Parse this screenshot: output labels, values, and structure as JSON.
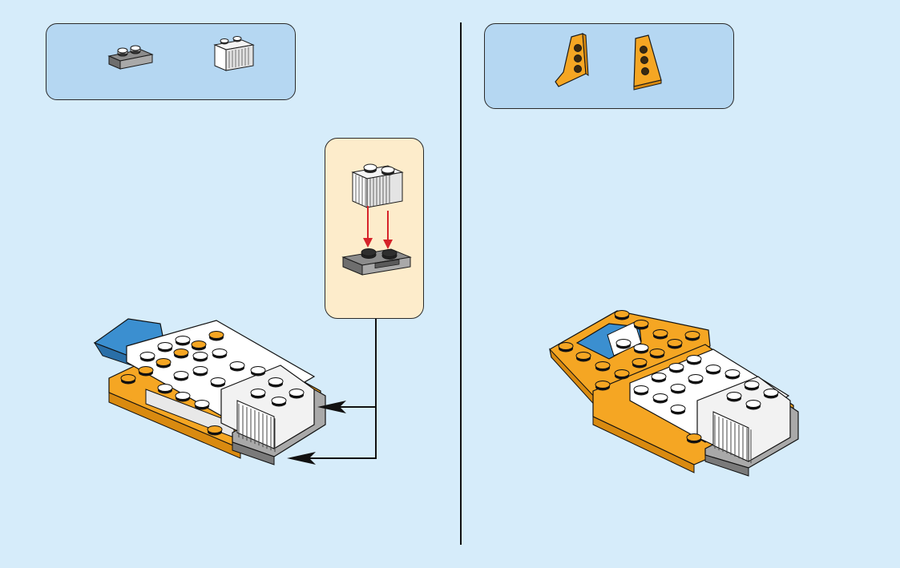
{
  "colors": {
    "background": "#d6ecfa",
    "parts_box": "#b5d7f2",
    "callout_box": "#fdeccb",
    "brick_orange": "#f5a623",
    "brick_white": "#ffffff",
    "brick_gray": "#a9a9a9",
    "brick_dark_gray": "#6e6e6e",
    "brick_blue": "#3b8fd0",
    "arrow_red": "#d6232a",
    "outline": "#1a1a1a"
  },
  "steps": [
    {
      "parts": [
        {
          "name": "plate-1x2-dark-gray",
          "quantity": 1
        },
        {
          "name": "brick-1x2-white-grille",
          "quantity": 1
        }
      ],
      "callout": true
    },
    {
      "parts": [
        {
          "name": "wedge-plate-left-orange",
          "quantity": 1
        },
        {
          "name": "wedge-plate-right-orange",
          "quantity": 1
        }
      ],
      "callout": false
    }
  ]
}
